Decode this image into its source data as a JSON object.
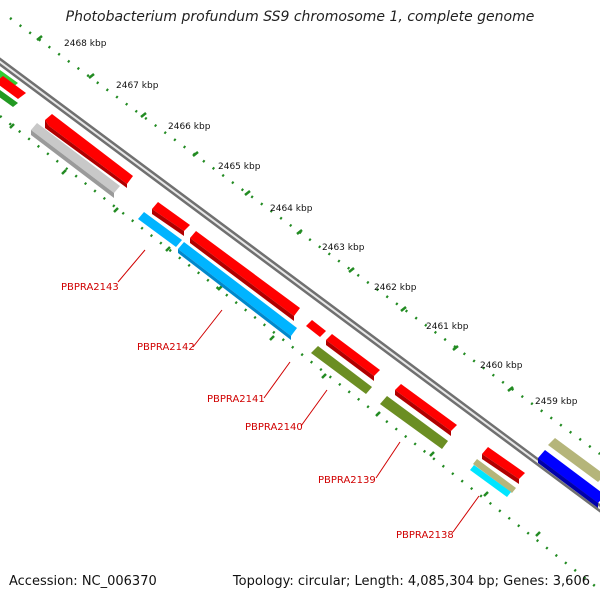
{
  "title": "Photobacterium profundum SS9 chromosome 1, complete genome",
  "footer": {
    "accession": "Accession: NC_006370",
    "topology": "Topology: circular; Length: 4,085,304 bp; Genes: 3,606"
  },
  "kbp_labels": [
    "2468 kbp",
    "2467 kbp",
    "2466 kbp",
    "2465 kbp",
    "2464 kbp",
    "2463 kbp",
    "2462 kbp",
    "2461 kbp",
    "2460 kbp",
    "2459 kbp"
  ],
  "gene_labels": [
    "PBPRA2143",
    "PBPRA2142",
    "PBPRA2141",
    "PBPRA2140",
    "PBPRA2139",
    "PBPRA2138"
  ],
  "colors": {
    "red": "#ff0000",
    "green": "#22aa22",
    "gray": "#c0c0c0",
    "cyan": "#00b4ff",
    "olive": "#6b8e23",
    "khaki": "#b5b57a",
    "blue": "#0000ff",
    "light_cyan": "#00e5ff",
    "backbone": "#808080",
    "ruler": "#228b22",
    "label": "#d00000"
  }
}
